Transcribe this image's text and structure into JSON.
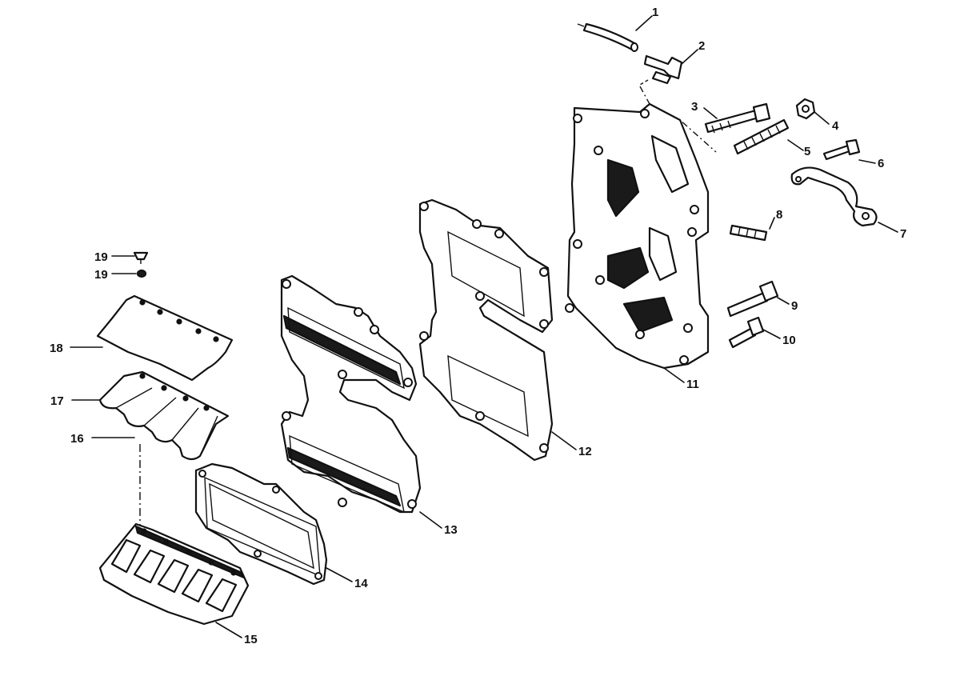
{
  "callouts": [
    {
      "id": "1",
      "label": "1"
    },
    {
      "id": "2",
      "label": "2"
    },
    {
      "id": "3",
      "label": "3"
    },
    {
      "id": "4",
      "label": "4"
    },
    {
      "id": "5",
      "label": "5"
    },
    {
      "id": "6",
      "label": "6"
    },
    {
      "id": "7",
      "label": "7"
    },
    {
      "id": "8",
      "label": "8"
    },
    {
      "id": "9",
      "label": "9"
    },
    {
      "id": "10",
      "label": "10"
    },
    {
      "id": "11",
      "label": "11"
    },
    {
      "id": "12",
      "label": "12"
    },
    {
      "id": "13",
      "label": "13"
    },
    {
      "id": "14",
      "label": "14"
    },
    {
      "id": "15",
      "label": "15"
    },
    {
      "id": "16",
      "label": "16"
    },
    {
      "id": "17",
      "label": "17"
    },
    {
      "id": "18",
      "label": "18"
    },
    {
      "id": "19a",
      "label": "19"
    },
    {
      "id": "19b",
      "label": "19"
    }
  ]
}
